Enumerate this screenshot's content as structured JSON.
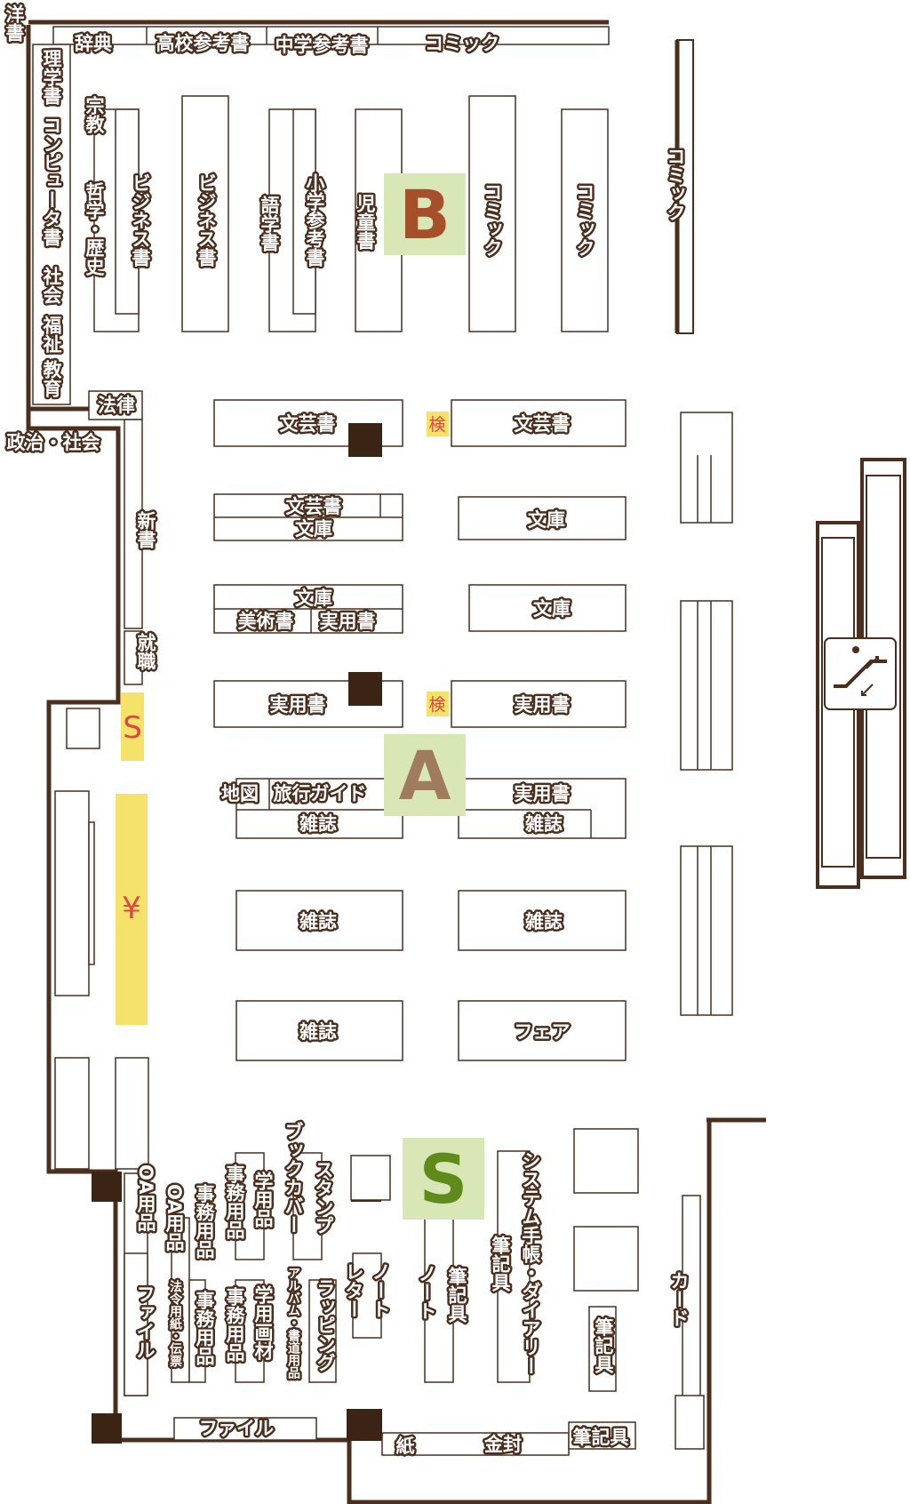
{
  "zones": {
    "a": "A",
    "b": "B",
    "s": "S"
  },
  "facilities": {
    "register_s": "S",
    "register_yen": "¥",
    "search": "検"
  },
  "sections": {
    "western": "洋書",
    "dictionary": "辞典",
    "highschool_ref": "高校参考書",
    "middleschool_ref": "中学参考書",
    "comic_top": "コミック",
    "science": "理学書",
    "computer": "コンピュータ書",
    "society": "社会",
    "welfare": "福祉",
    "education": "教育",
    "religion": "宗教",
    "philosophy": "哲学・歴史",
    "business1": "ビジネス書",
    "business2": "ビジネス書",
    "language": "語学書",
    "elem_ref": "小学参考書",
    "children": "児童書",
    "comic1": "コミック",
    "comic2": "コミック",
    "comic_right": "コミック",
    "law": "法律",
    "politics": "政治・社会",
    "shinsho": "新書",
    "employment": "就職",
    "literature1": "文芸書",
    "literature2": "文芸書",
    "literature3": "文芸書",
    "bunko1": "文庫",
    "bunko2": "文庫",
    "bunko3": "文庫",
    "bunko4": "文庫",
    "art": "美術書",
    "practical1": "実用書",
    "practical2": "実用書",
    "practical3": "実用書",
    "practical4": "実用書",
    "map": "地図",
    "travel": "旅行ガイド",
    "magazine1": "雑誌",
    "magazine2": "雑誌",
    "magazine3": "雑誌",
    "magazine4": "雑誌",
    "magazine5": "雑誌",
    "fair": "フェア",
    "oa1": "OA用品",
    "oa2": "OA用品",
    "office1": "事務用品",
    "office2": "事務用品",
    "office3": "事務用品",
    "office4": "事務用品",
    "school1": "学用品",
    "school_paint": "学用画材",
    "bookcover": "ブックカバー",
    "stamp": "スタンプ",
    "file1": "ファイル",
    "file2": "ファイル",
    "legal_paper": "法令用紙・伝票",
    "album": "アルバム・書道用品",
    "wrapping": "ラッピング",
    "letter": "レター",
    "notebook1": "ノート",
    "notebook2": "ノート",
    "stationery1": "筆記具",
    "stationery2": "筆記具",
    "stationery3": "筆記具",
    "stationery4": "筆記具",
    "planner": "システム手帳・ダイアリー",
    "card": "カード",
    "paper": "紙",
    "envelope": "金封"
  },
  "colors": {
    "wall": "#4a2f1f",
    "zone_bg": "#d9e6b6",
    "zone_a": "#a07c5e",
    "zone_b": "#a5502a",
    "zone_s": "#5f8a1c",
    "register_bg": "#f4e26a",
    "register_text": "#e0463f"
  }
}
